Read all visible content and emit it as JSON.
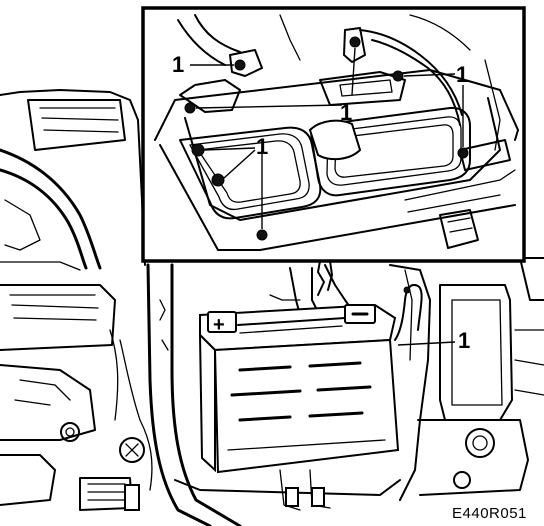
{
  "figure_code": "E440R051",
  "callout_label": "1",
  "callouts": [
    {
      "id": "upper-left-bolt",
      "label": "1"
    },
    {
      "id": "upper-center-bolt",
      "label": "1"
    },
    {
      "id": "upper-right-bolt",
      "label": "1"
    },
    {
      "id": "tray-bolts",
      "label": "1"
    },
    {
      "id": "battery-cable",
      "label": "1"
    }
  ]
}
